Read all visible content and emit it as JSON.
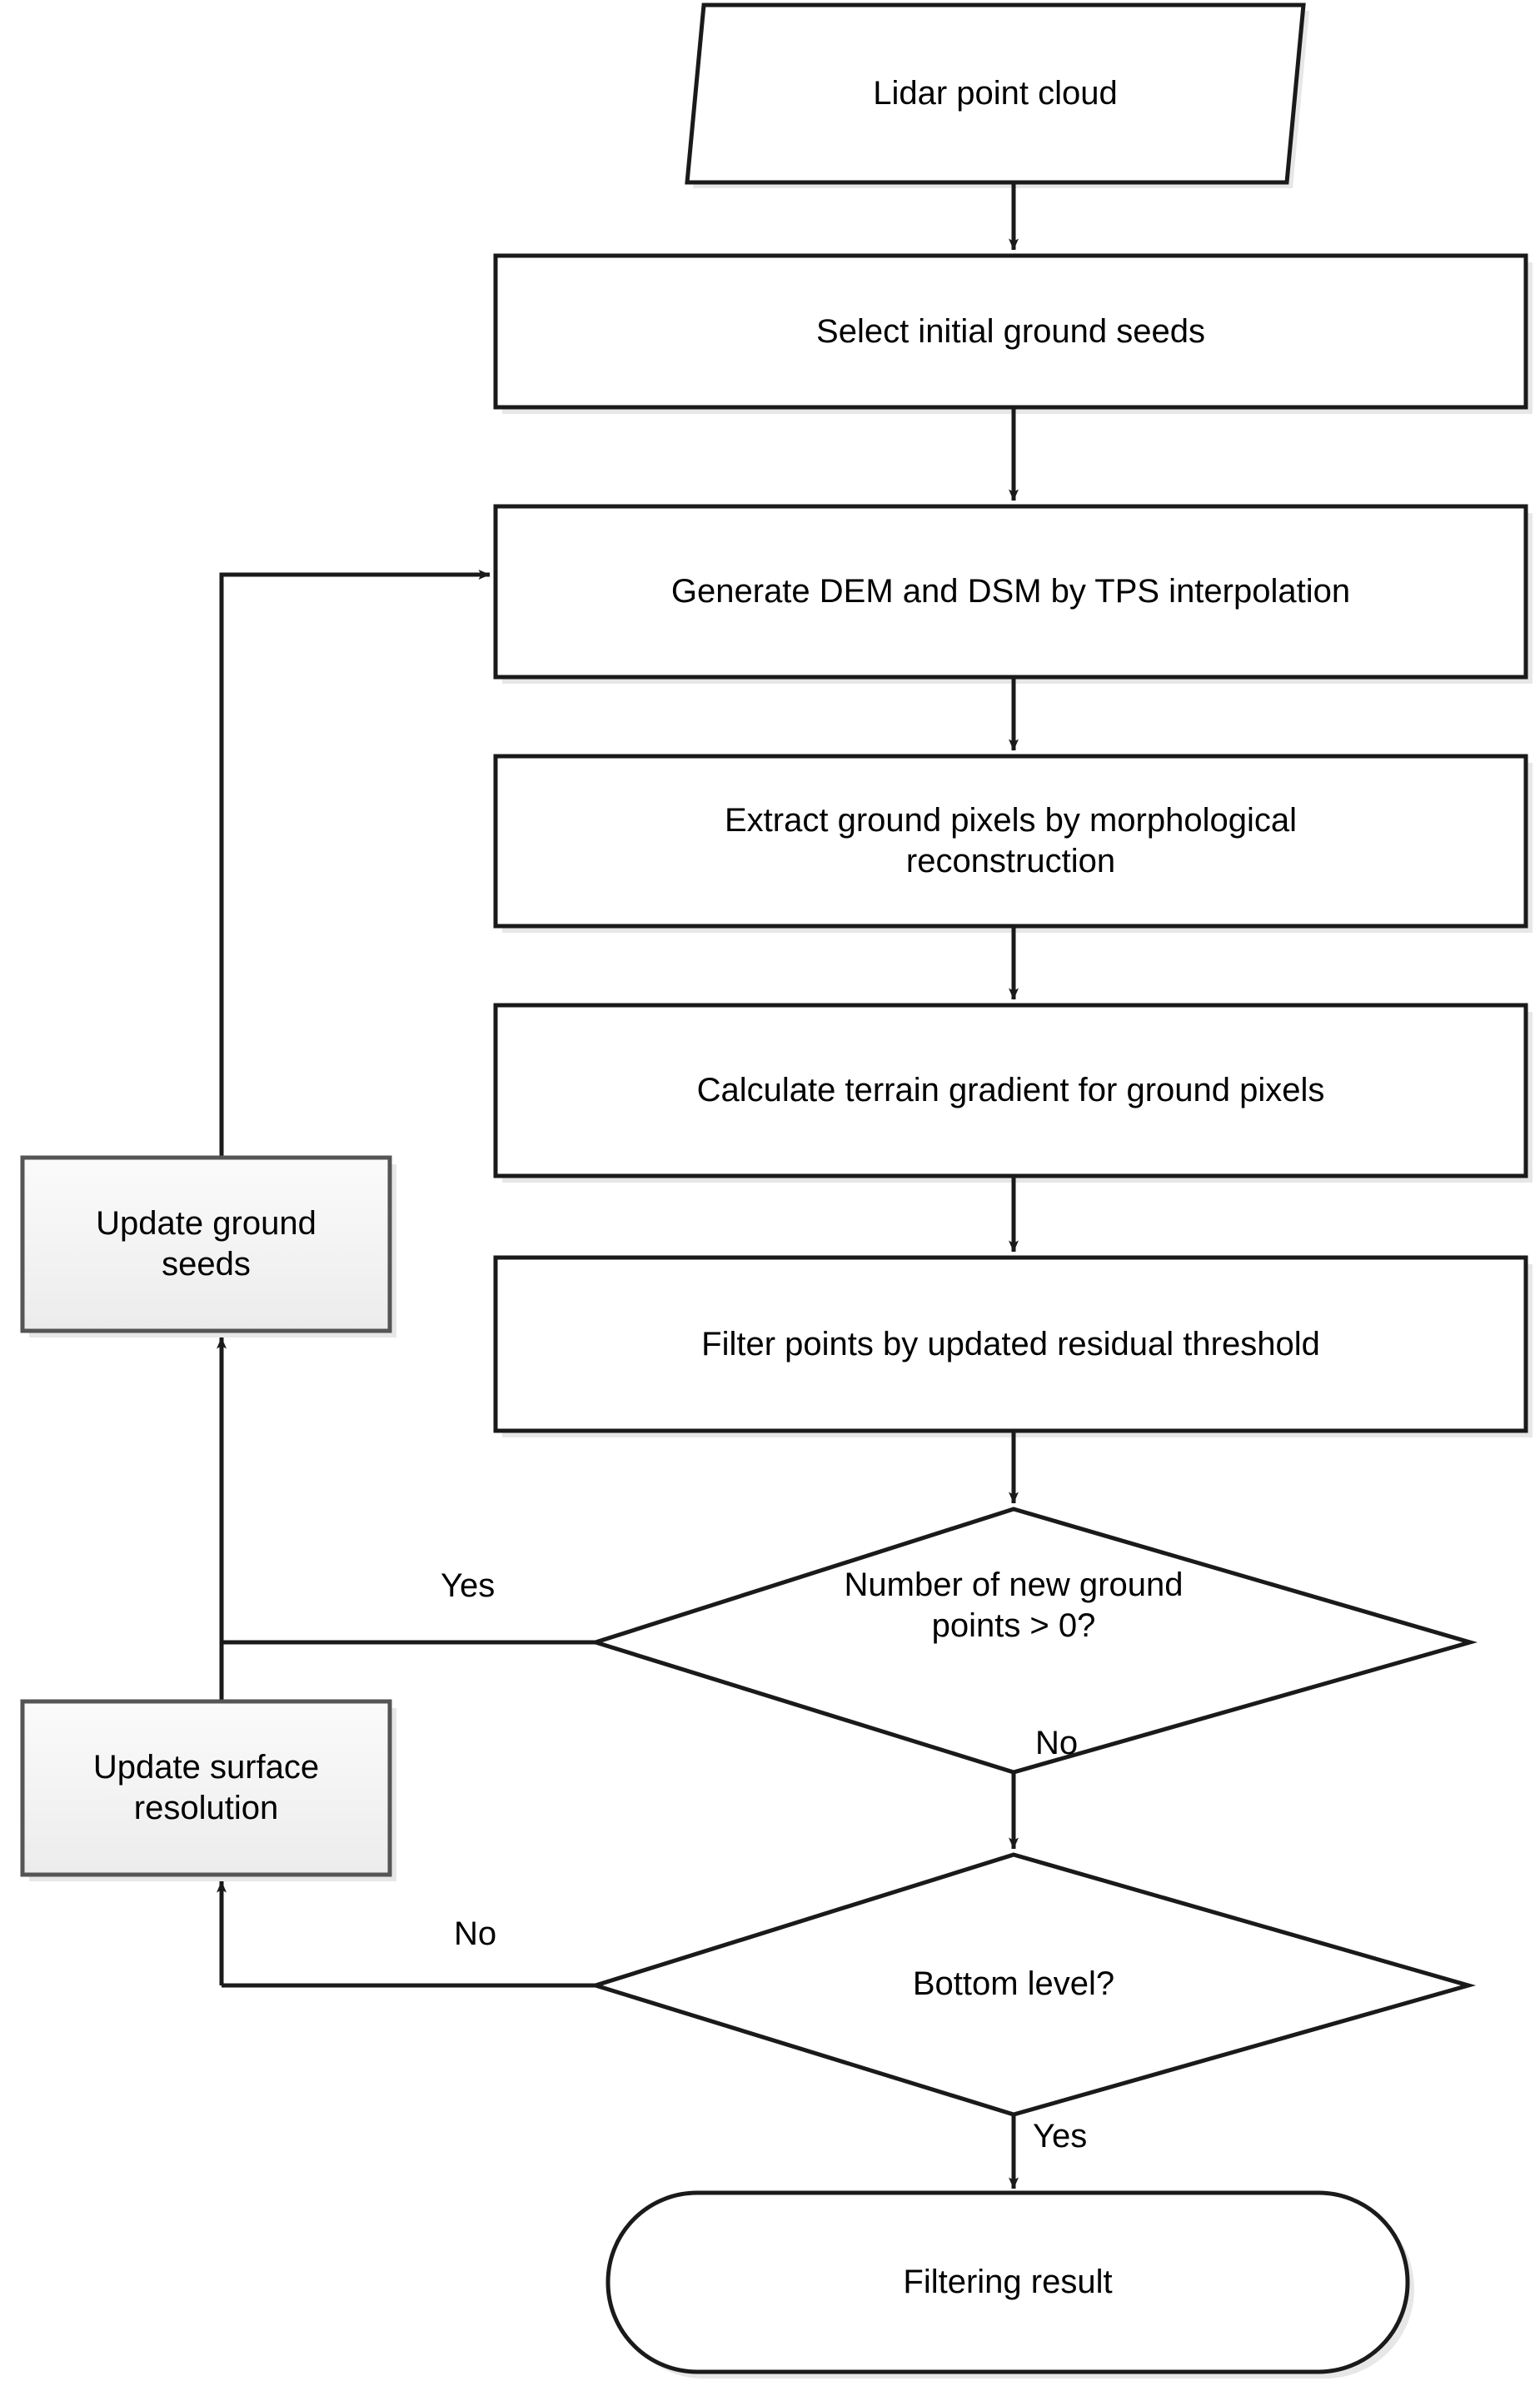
{
  "diagram": {
    "title": "Lidar point cloud ground filtering flowchart",
    "orientation": "top-to-bottom",
    "colors": {
      "background": "#ffffff",
      "stroke": "#1a1a1a",
      "process_fill": "#ffffff",
      "update_fill": "#f0f0f0",
      "update_stroke": "#555555",
      "text": "#000000",
      "shadow": "#e8e8e8"
    }
  },
  "nodes": {
    "input_lidar": {
      "label": "Lidar point cloud",
      "shape": "parallelogram"
    },
    "select_seeds": {
      "label": "Select initial ground seeds",
      "shape": "process"
    },
    "generate_dem_dsm": {
      "label": "Generate DEM and DSM by TPS interpolation",
      "shape": "process"
    },
    "extract_ground_pixels": {
      "label": "Extract ground pixels by morphological\nreconstruction",
      "shape": "process"
    },
    "calculate_gradient": {
      "label": "Calculate terrain gradient for ground pixels",
      "shape": "process"
    },
    "filter_points": {
      "label": "Filter points by updated residual threshold",
      "shape": "process"
    },
    "decision_new_points": {
      "label": "Number of new ground\npoints > 0?",
      "shape": "decision"
    },
    "decision_bottom_level": {
      "label": "Bottom level?",
      "shape": "decision"
    },
    "update_ground_seeds": {
      "label": "Update ground\nseeds",
      "shape": "process-alt"
    },
    "update_surface_resolution": {
      "label": "Update surface\nresolution",
      "shape": "process-alt"
    },
    "filtering_result": {
      "label": "Filtering result",
      "shape": "terminator"
    }
  },
  "edge_labels": {
    "new_points_yes": "Yes",
    "new_points_no": "No",
    "bottom_level_no": "No",
    "bottom_level_yes": "Yes"
  },
  "edges": [
    {
      "from": "input_lidar",
      "to": "select_seeds",
      "label": ""
    },
    {
      "from": "select_seeds",
      "to": "generate_dem_dsm",
      "label": ""
    },
    {
      "from": "generate_dem_dsm",
      "to": "extract_ground_pixels",
      "label": ""
    },
    {
      "from": "extract_ground_pixels",
      "to": "calculate_gradient",
      "label": ""
    },
    {
      "from": "calculate_gradient",
      "to": "filter_points",
      "label": ""
    },
    {
      "from": "filter_points",
      "to": "decision_new_points",
      "label": ""
    },
    {
      "from": "decision_new_points",
      "to": "update_ground_seeds",
      "label": "Yes"
    },
    {
      "from": "decision_new_points",
      "to": "decision_bottom_level",
      "label": "No"
    },
    {
      "from": "decision_bottom_level",
      "to": "update_surface_resolution",
      "label": "No"
    },
    {
      "from": "decision_bottom_level",
      "to": "filtering_result",
      "label": "Yes"
    },
    {
      "from": "update_ground_seeds",
      "to": "generate_dem_dsm",
      "label": ""
    },
    {
      "from": "update_surface_resolution",
      "to": "update_ground_seeds",
      "label": ""
    }
  ]
}
